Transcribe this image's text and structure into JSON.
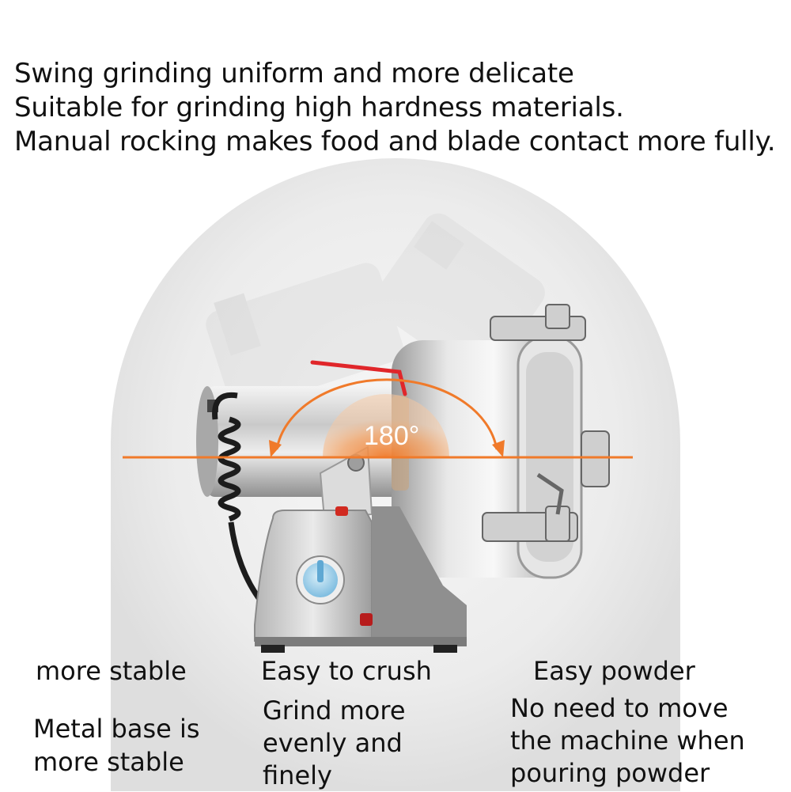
{
  "headline": {
    "line1": "Swing grinding uniform and more delicate",
    "line2": "Suitable for grinding high hardness materials.",
    "line3": "Manual rocking makes food and blade contact more fully."
  },
  "diagram": {
    "angle_label": "180°",
    "accent_color": "#f07a2a",
    "handle_color": "#e0262a"
  },
  "features": [
    {
      "title": "more stable",
      "desc_lines": [
        "Metal base is",
        "more stable"
      ]
    },
    {
      "title": "Easy to crush",
      "desc_lines": [
        "Grind more",
        "evenly and",
        "finely"
      ]
    },
    {
      "title": "Easy powder",
      "desc_lines": [
        "No need to move",
        "the machine when",
        "pouring powder"
      ]
    }
  ]
}
